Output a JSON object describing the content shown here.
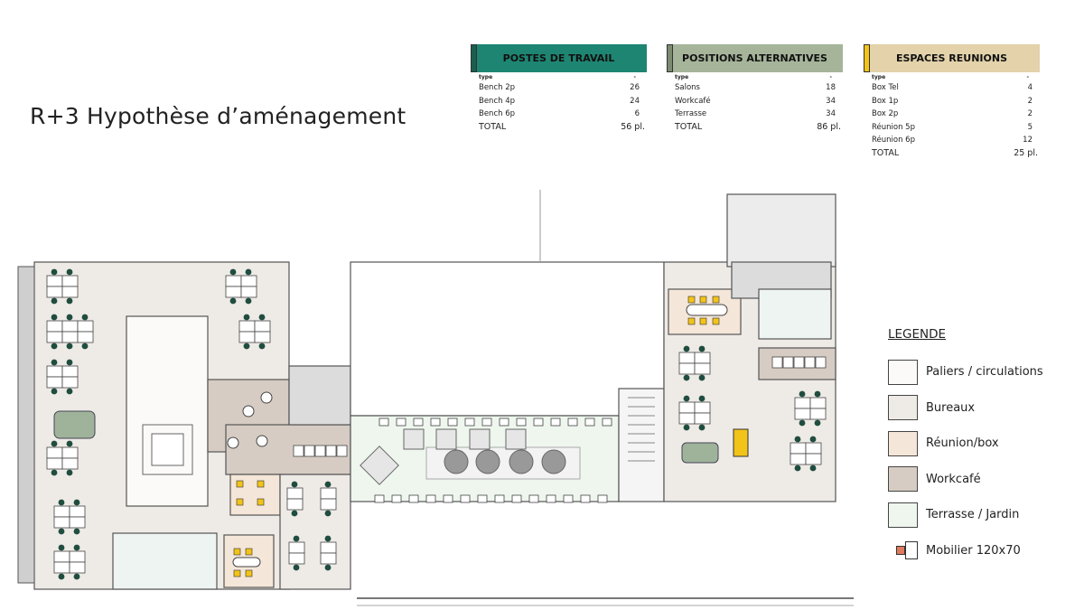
{
  "title": "R+3 Hypothèse d’aménagement",
  "tables": [
    {
      "header": "POSTES DE TRAVAIL",
      "color": "#1e8572",
      "bar_color": "#1a5e50",
      "type_label": "type",
      "count_label": "-",
      "rows": [
        {
          "label": "Bench 2p",
          "value": "26"
        },
        {
          "label": "Bench 4p",
          "value": "24"
        },
        {
          "label": "Bench 6p",
          "value": "6"
        }
      ],
      "total_label": "TOTAL",
      "total": "56 pl."
    },
    {
      "header": "POSITIONS ALTERNATIVES",
      "color": "#a6b59a",
      "bar_color": "#7d8a72",
      "type_label": "type",
      "count_label": "-",
      "rows": [
        {
          "label": "Salons",
          "value": "18"
        },
        {
          "label": "Workcafé",
          "value": "34"
        },
        {
          "label": "Terrasse",
          "value": "34"
        }
      ],
      "total_label": "TOTAL",
      "total": "86 pl."
    },
    {
      "header": "ESPACES REUNIONS",
      "color": "#e3d2aa",
      "bar_color": "#f2c318",
      "type_label": "type",
      "count_label": "-",
      "rows": [
        {
          "label": "Box Tel",
          "value": "4"
        },
        {
          "label": "Box 1p",
          "value": "2"
        },
        {
          "label": "Box 2p",
          "value": "2"
        },
        {
          "label": "Réunion 5p",
          "value": "5"
        },
        {
          "label": "Réunion 6p",
          "value": "12"
        }
      ],
      "total_label": "TOTAL",
      "total": "25 pl."
    }
  ],
  "legend": {
    "title": "LEGENDE",
    "items": [
      {
        "label": "Paliers / circulations",
        "color": "#fbfaf8"
      },
      {
        "label": "Bureaux",
        "color": "#eeeae6"
      },
      {
        "label": "Réunion/box",
        "color": "#f4e6d8"
      },
      {
        "label": "Workcafé",
        "color": "#d6ccc3"
      },
      {
        "label": "Terrasse / Jardin",
        "color": "#eef6ee"
      },
      {
        "label": "Mobilier 120x70",
        "color": "#e07a5f"
      }
    ]
  }
}
